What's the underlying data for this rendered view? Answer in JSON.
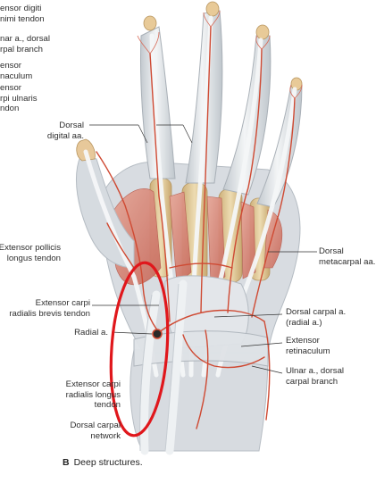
{
  "figure": {
    "caption_letter": "B",
    "caption_text": "Deep structures.",
    "colors": {
      "skin_shadow": "#c9cdd4",
      "tendon": "#e9ecee",
      "tendon_shade": "#c3c9cf",
      "muscle": "#e19a8c",
      "muscle_dark": "#c96f62",
      "bone": "#e8d2a2",
      "bone_shade": "#cdb07a",
      "artery": "#cf4a33",
      "highlight_ellipse": "#e0171c",
      "leader_line": "#333333"
    }
  },
  "labels_left": [
    {
      "id": "ext-digiti-minimi",
      "lines": [
        "ensor digiti",
        "nimi tendon"
      ]
    },
    {
      "id": "ulnar-dorsal-top",
      "lines": [
        "nar a., dorsal",
        "rpal branch"
      ]
    },
    {
      "id": "ext-retinaculum-top",
      "lines": [
        "ensor",
        "naculum"
      ]
    },
    {
      "id": "ext-carpi-ulnaris",
      "lines": [
        "ensor",
        "rpi ulnaris",
        "ndon"
      ]
    },
    {
      "id": "dorsal-digital",
      "lines": [
        "Dorsal",
        "digital aa."
      ]
    },
    {
      "id": "ext-pollicis-longus",
      "lines": [
        "Extensor pollicis",
        "longus tendon"
      ]
    },
    {
      "id": "ext-carpi-rad-brevis",
      "lines": [
        "Extensor carpi",
        "radialis brevis tendon"
      ]
    },
    {
      "id": "radial-a",
      "lines": [
        "Radial a."
      ]
    },
    {
      "id": "ext-carpi-rad-longus",
      "lines": [
        "Extensor carpi",
        "radialis longus",
        "tendon"
      ]
    },
    {
      "id": "dorsal-carpal-network",
      "lines": [
        "Dorsal carpal",
        "network"
      ]
    }
  ],
  "labels_right": [
    {
      "id": "dorsal-metacarpal",
      "lines": [
        "Dorsal",
        "metacarpal aa."
      ]
    },
    {
      "id": "dorsal-carpal-radial",
      "lines": [
        "Dorsal carpal a.",
        "(radial a.)"
      ]
    },
    {
      "id": "ext-retinaculum",
      "lines": [
        "Extensor",
        "retinaculum"
      ]
    },
    {
      "id": "ulnar-dorsal-carpal",
      "lines": [
        "Ulnar a., dorsal",
        "carpal branch"
      ]
    }
  ]
}
